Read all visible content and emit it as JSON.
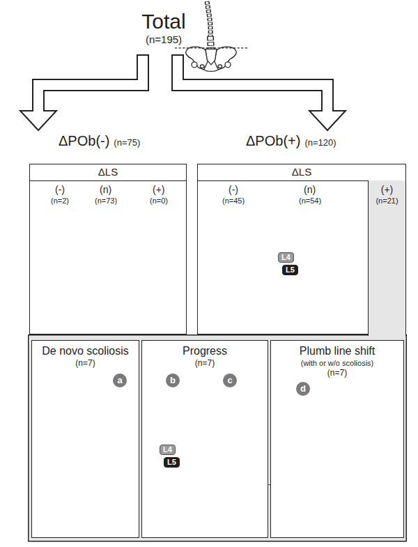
{
  "diagram": {
    "nodes": [
      {
        "text": [
          "Total",
          "(n=195)"
        ]
      },
      {
        "text": [
          "ΔPOb(-)",
          "(n=75)",
          "ΔLS"
        ]
      },
      {
        "text": [
          "ΔPOb(+)",
          "(n=120)",
          "ΔLS"
        ]
      },
      {
        "text": [
          "(+)",
          "(n=21)"
        ],
        "in": 2
      },
      {
        "text": [
          "De novo scoliosis",
          "(n=7)"
        ]
      },
      {
        "text": [
          "Progress",
          "(n=7)"
        ]
      },
      {
        "text": [
          "Plumb line shift",
          "(with or w/o scoliosis)",
          "(n=7)"
        ]
      }
    ],
    "edges": [
      {
        "from": 0,
        "to": 1,
        "arrow": "to"
      },
      {
        "from": 0,
        "to": 2,
        "arrow": "to"
      }
    ],
    "labels": [
      "(-)",
      "(n=2)",
      "(n)",
      "(n=73)",
      "(+)",
      "(n=0)",
      "(-)",
      "(n=45)",
      "(n)",
      "(n=54)",
      "L4",
      "L5",
      "a",
      "b",
      "L4",
      "L5",
      "c",
      "d"
    ]
  }
}
